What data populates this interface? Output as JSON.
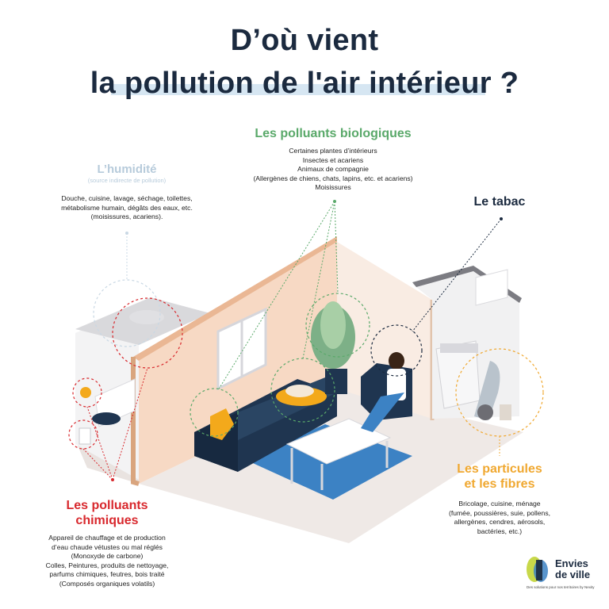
{
  "title": {
    "line1": "D’où vient",
    "line2": "la pollution de l'air intérieur ?"
  },
  "sections": {
    "biologiques": {
      "title": "Les polluants biologiques",
      "lines": [
        "Certaines plantes d’intérieurs",
        "Insectes et acariens",
        "Animaux de compagnie",
        "(Allergènes de chiens, chats, lapins, etc. et acariens)",
        "Moisissures"
      ]
    },
    "humidite": {
      "title": "L’humidité",
      "subtitle": "(source indirecte de pollution)",
      "lines": [
        "Douche, cuisine, lavage, séchage, toilettes,",
        "métabolisme humain, dégâts des eaux, etc.",
        "(moisissures, acariens)."
      ]
    },
    "tabac": {
      "title": "Le tabac"
    },
    "chimiques": {
      "title_line1": "Les polluants",
      "title_line2": "chimiques",
      "lines": [
        "Appareil de chauffage et de production",
        "d’eau chaude vétustes ou mal réglés",
        "(Monoxyde de carbone)",
        "Colles, Peintures, produits de nettoyage,",
        "parfums chimiques, feutres, bois traité",
        "(Composés organiques volatils)"
      ]
    },
    "particules": {
      "title_line1": "Les particules",
      "title_line2": "et les fibres",
      "lines": [
        "Bricolage, cuisine, ménage",
        "(fumée, poussières, suie, pollens,",
        "allergènes, cendres, aérosols,",
        "bactéries, etc.)"
      ]
    }
  },
  "logo": {
    "word1": "Envies",
    "word2": "de ville",
    "tagline": "Des solutions pour nos territoires by Nexity"
  },
  "colors": {
    "navy": "#1b2a3f",
    "green": "#5aa96a",
    "red": "#d8282d",
    "orange": "#f0a830",
    "lightblue": "#b7cbdb",
    "wall_peach": "#f7d9c4",
    "rug_blue": "#3c82c4"
  }
}
